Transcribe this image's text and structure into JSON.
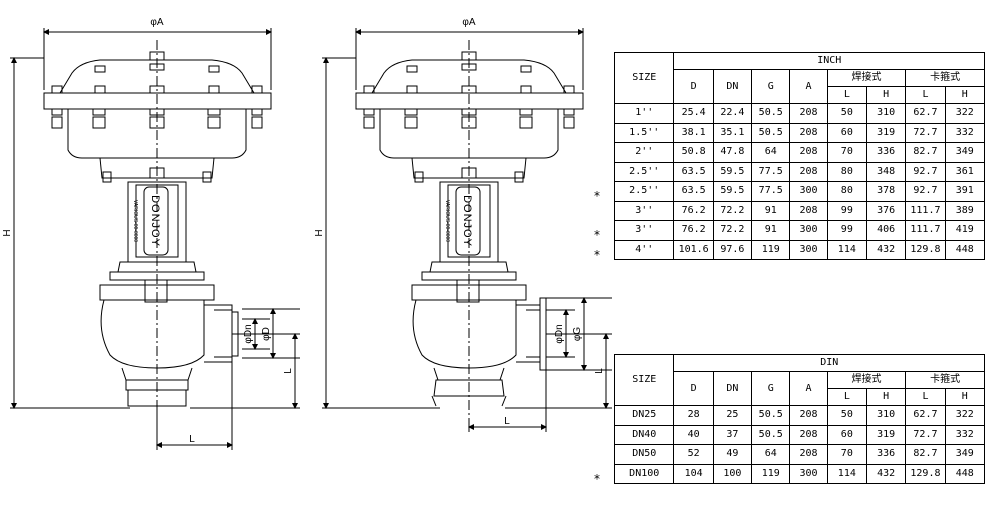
{
  "drawing_labels": {
    "phi_a": "φA",
    "h": "H",
    "l": "L",
    "phi_d": "φD",
    "phi_dn": "φDn",
    "phi_g": "φG",
    "brand": "DONJOY",
    "brand_small": "VARIOUS-00-0000"
  },
  "inch_table": {
    "title": "INCH",
    "size_label": "SIZE",
    "col_d": "D",
    "col_dn": "DN",
    "col_g": "G",
    "col_a": "A",
    "group_weld": "焊接式",
    "group_clamp": "卡箍式",
    "col_l": "L",
    "col_h": "H",
    "rows": [
      [
        "1''",
        "25.4",
        "22.4",
        "50.5",
        "208",
        "50",
        "310",
        "62.7",
        "322"
      ],
      [
        "1.5''",
        "38.1",
        "35.1",
        "50.5",
        "208",
        "60",
        "319",
        "72.7",
        "332"
      ],
      [
        "2''",
        "50.8",
        "47.8",
        "64",
        "208",
        "70",
        "336",
        "82.7",
        "349"
      ],
      [
        "2.5''",
        "63.5",
        "59.5",
        "77.5",
        "208",
        "80",
        "348",
        "92.7",
        "361"
      ],
      [
        "2.5''",
        "63.5",
        "59.5",
        "77.5",
        "300",
        "80",
        "378",
        "92.7",
        "391"
      ],
      [
        "3''",
        "76.2",
        "72.2",
        "91",
        "208",
        "99",
        "376",
        "111.7",
        "389"
      ],
      [
        "3''",
        "76.2",
        "72.2",
        "91",
        "300",
        "99",
        "406",
        "111.7",
        "419"
      ],
      [
        "4''",
        "101.6",
        "97.6",
        "119",
        "300",
        "114",
        "432",
        "129.8",
        "448"
      ]
    ],
    "stars": [
      "",
      "",
      "",
      "",
      "*",
      "",
      "*",
      "*"
    ]
  },
  "din_table": {
    "title": "DIN",
    "size_label": "SIZE",
    "col_d": "D",
    "col_dn": "DN",
    "col_g": "G",
    "col_a": "A",
    "group_weld": "焊接式",
    "group_clamp": "卡箍式",
    "col_l": "L",
    "col_h": "H",
    "rows": [
      [
        "DN25",
        "28",
        "25",
        "50.5",
        "208",
        "50",
        "310",
        "62.7",
        "322"
      ],
      [
        "DN40",
        "40",
        "37",
        "50.5",
        "208",
        "60",
        "319",
        "72.7",
        "332"
      ],
      [
        "DN50",
        "52",
        "49",
        "64",
        "208",
        "70",
        "336",
        "82.7",
        "349"
      ],
      [
        "DN100",
        "104",
        "100",
        "119",
        "300",
        "114",
        "432",
        "129.8",
        "448"
      ]
    ],
    "stars": [
      "",
      "",
      "",
      "*"
    ]
  }
}
